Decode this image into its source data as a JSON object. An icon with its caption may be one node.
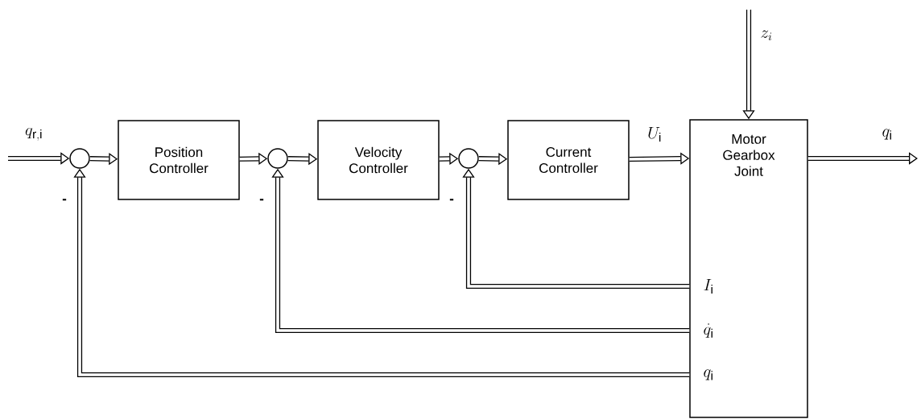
{
  "diagram": {
    "nodes": [
      {
        "text": [],
        "shape": "circle"
      },
      {
        "text": [
          "Position Controller"
        ]
      },
      {
        "text": [],
        "shape": "circle"
      },
      {
        "text": [
          "Velocity Controller"
        ]
      },
      {
        "text": [],
        "shape": "circle"
      },
      {
        "text": [
          "Current Controller"
        ]
      },
      {
        "text": [
          "Motor Gearbox Joint"
        ]
      }
    ],
    "edges": [
      {
        "from": null,
        "to": 0,
        "arrow": "to",
        "label": "q_{\\mathrm{r,i}}"
      },
      {
        "from": 0,
        "to": 1,
        "arrow": "to"
      },
      {
        "from": 1,
        "to": 2,
        "arrow": "to"
      },
      {
        "from": 2,
        "to": 3,
        "arrow": "to"
      },
      {
        "from": 3,
        "to": 4,
        "arrow": "to"
      },
      {
        "from": 4,
        "to": 5,
        "arrow": "to"
      },
      {
        "from": 5,
        "to": 6,
        "arrow": "to",
        "label": "U_{\\mathrm{i}}"
      },
      {
        "from": null,
        "to": 6,
        "arrow": "to",
        "label": "z_{i}"
      },
      {
        "from": 6,
        "to": null,
        "arrow": "to",
        "label": "q_{\\mathrm{i}}"
      },
      {
        "from": 6,
        "to": 4,
        "arrow": "to",
        "label": "I_{\\mathrm{i}}"
      },
      {
        "from": 6,
        "to": 2,
        "arrow": "to",
        "label": "\\dot{q}_{\\mathrm{i}}"
      },
      {
        "from": 6,
        "to": 0,
        "arrow": "to",
        "label": "q_{\\mathrm{i}}"
      }
    ],
    "labels": [
      "-",
      "-",
      "-"
    ]
  }
}
